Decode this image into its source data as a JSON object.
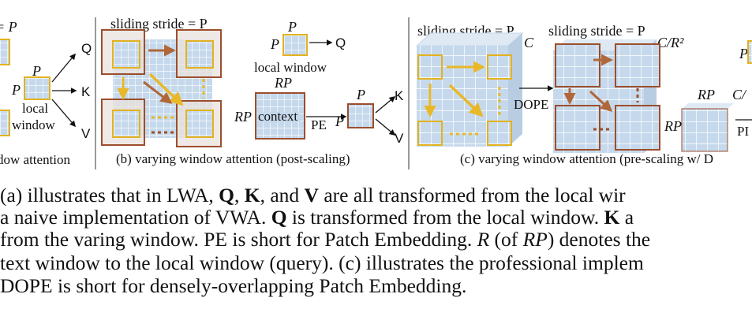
{
  "figure": {
    "panel_a": {
      "stride_label_tail": "= P",
      "p_label": "P",
      "local_line1": "local",
      "local_line2": "window",
      "outputs": [
        "Q",
        "K",
        "V"
      ],
      "caption": "dow attention"
    },
    "panel_b": {
      "stride_label": "sliding stride = P",
      "p_top": "P",
      "q_output": "Q",
      "local_window_label": "local window",
      "rp_label": "RP",
      "rp_side": "RP",
      "context_label": "context",
      "pe_label": "PE",
      "p_small": "P",
      "p_out_top": "P",
      "outputs": [
        "K",
        "V"
      ],
      "caption": "(b) varying window attention (post-scaling)"
    },
    "panel_c": {
      "stride_label_1": "sliding stride = P",
      "c_label": "C",
      "stride_label_2": "sliding stride = P",
      "c_r2_label": "C/R²",
      "dope_label": "DOPE",
      "rp_top": "RP",
      "c_r_label": "C/",
      "rp_side": "RP",
      "pe_cut": "PI",
      "p_far": "P",
      "caption": "(c) varying window attention (pre-scaling w/ D"
    }
  },
  "caption": {
    "lines": [
      [
        {
          "t": "(a) illustrates that in LWA, "
        },
        {
          "t": "Q",
          "s": "b"
        },
        {
          "t": ", "
        },
        {
          "t": "K",
          "s": "b"
        },
        {
          "t": ", and "
        },
        {
          "t": "V",
          "s": "b"
        },
        {
          "t": " are all transformed from the local wir"
        }
      ],
      [
        {
          "t": " a naive implementation of VWA. "
        },
        {
          "t": "Q",
          "s": "b"
        },
        {
          "t": " is transformed from the local window. "
        },
        {
          "t": "K",
          "s": "b"
        },
        {
          "t": " a"
        }
      ],
      [
        {
          "t": "from the varing window. PE is short for Patch Embedding. "
        },
        {
          "t": "R",
          "s": "i"
        },
        {
          "t": " (of "
        },
        {
          "t": "RP",
          "s": "i"
        },
        {
          "t": ") denotes the"
        }
      ],
      [
        {
          "t": "text window to the local window (query). (c) illustrates the professional implem"
        }
      ],
      [
        {
          "t": "DOPE is short for densely-overlapping Patch Embedding."
        }
      ]
    ]
  },
  "colors": {
    "grid_fill": "#c6d9ec",
    "grid_line": "#ffffff",
    "window_yellow": "#e3b21f",
    "window_brown": "#9c4e2c",
    "arrow_brown": "#b0673a",
    "arrow_yellow": "#e8b828"
  }
}
